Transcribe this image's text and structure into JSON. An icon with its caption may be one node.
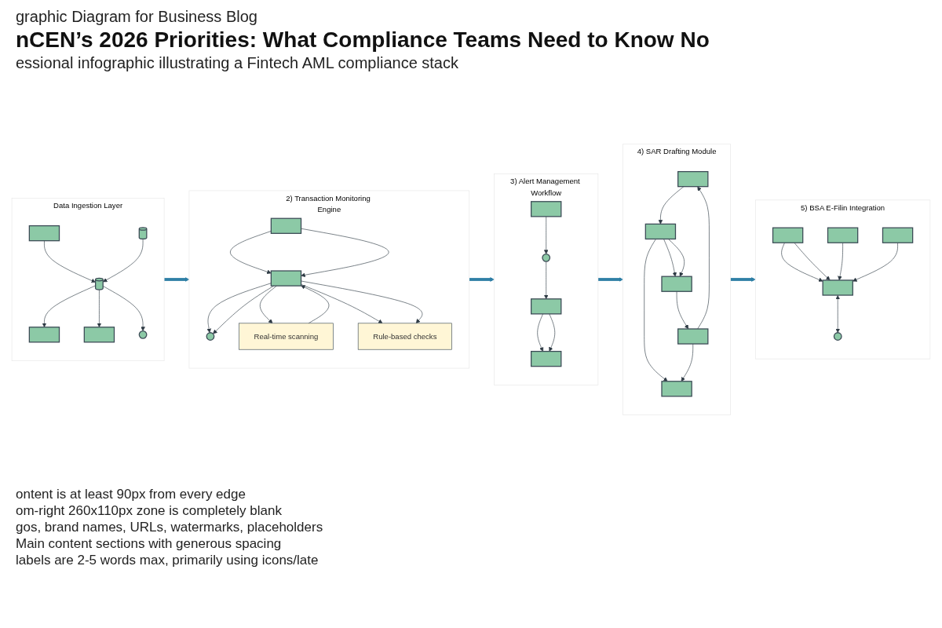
{
  "diagram": {
    "title": "nCEN’s 2026 Priorities: What Compliance Teams Need to Know No",
    "nodes": [
      {
        "text": [
          "Data Ingestion Layer"
        ]
      },
      {
        "text": [],
        "shape": "box",
        "in": 0
      },
      {
        "text": [],
        "shape": "cylinder",
        "in": 0
      },
      {
        "text": [],
        "shape": "cylinder",
        "in": 0
      },
      {
        "text": [],
        "shape": "box",
        "in": 0
      },
      {
        "text": [],
        "shape": "box",
        "in": 0
      },
      {
        "text": [],
        "shape": "circle",
        "in": 0
      },
      {
        "text": [
          "2) Transaction Monitoring Engine"
        ]
      },
      {
        "text": [],
        "shape": "circle",
        "in": 7
      },
      {
        "text": [],
        "shape": "box",
        "in": 7
      },
      {
        "text": [],
        "shape": "box",
        "in": 7
      },
      {
        "text": [
          "Real-time scanning"
        ],
        "in": 7
      },
      {
        "text": [
          "Rule-based checks"
        ],
        "in": 7
      },
      {
        "text": [
          "3) Alert Management Workflow"
        ]
      },
      {
        "text": [],
        "shape": "box",
        "in": 13
      },
      {
        "text": [],
        "shape": "circle",
        "in": 13
      },
      {
        "text": [],
        "shape": "box",
        "in": 13
      },
      {
        "text": [],
        "shape": "box",
        "in": 13
      },
      {
        "text": [
          "4) SAR Drafting Module"
        ]
      },
      {
        "text": [],
        "shape": "box",
        "in": 18
      },
      {
        "text": [],
        "shape": "box",
        "in": 18
      },
      {
        "text": [],
        "shape": "box",
        "in": 18
      },
      {
        "text": [],
        "shape": "box",
        "in": 18
      },
      {
        "text": [],
        "shape": "box",
        "in": 18
      },
      {
        "text": [
          "5) BSA E-Filin Integration"
        ]
      },
      {
        "text": [],
        "shape": "box",
        "in": 24
      },
      {
        "text": [],
        "shape": "box",
        "in": 24
      },
      {
        "text": [],
        "shape": "box",
        "in": 24
      },
      {
        "text": [],
        "shape": "box",
        "in": 24
      },
      {
        "text": [],
        "shape": "circle",
        "in": 24
      }
    ],
    "edges": [
      {
        "from": 1,
        "to": 3,
        "arrow": "to"
      },
      {
        "from": 2,
        "to": 3,
        "arrow": "to"
      },
      {
        "from": 3,
        "to": 4,
        "arrow": "to"
      },
      {
        "from": 3,
        "to": 5,
        "arrow": "to"
      },
      {
        "from": 3,
        "to": 6,
        "arrow": "to"
      },
      {
        "from": 0,
        "to": 7,
        "arrow": "to",
        "style": "thick",
        "color": "#2f7fa6"
      },
      {
        "from": 10,
        "to": 8,
        "arrow": "to"
      },
      {
        "from": 10,
        "to": 8,
        "arrow": "to"
      },
      {
        "from": 9,
        "to": 10,
        "arrow": "to"
      },
      {
        "from": 9,
        "to": 10,
        "arrow": "to"
      },
      {
        "from": 11,
        "to": 10,
        "arrow": "to"
      },
      {
        "from": 10,
        "to": 11,
        "arrow": "to"
      },
      {
        "from": 10,
        "to": 12,
        "arrow": "to"
      },
      {
        "from": 10,
        "to": 12,
        "arrow": "to"
      },
      {
        "from": 7,
        "to": 13,
        "arrow": "to",
        "style": "thick",
        "color": "#2f7fa6"
      },
      {
        "from": 14,
        "to": 15,
        "arrow": "to"
      },
      {
        "from": 15,
        "to": 16,
        "arrow": "to"
      },
      {
        "from": 16,
        "to": 17,
        "arrow": "to"
      },
      {
        "from": 16,
        "to": 17,
        "arrow": "to"
      },
      {
        "from": 13,
        "to": 18,
        "arrow": "to",
        "style": "thick",
        "color": "#2f7fa6"
      },
      {
        "from": 19,
        "to": 20,
        "arrow": "to"
      },
      {
        "from": 20,
        "to": 21,
        "arrow": "to"
      },
      {
        "from": 20,
        "to": 21,
        "arrow": "to"
      },
      {
        "from": 20,
        "to": 23,
        "arrow": "to"
      },
      {
        "from": 21,
        "to": 22,
        "arrow": "to"
      },
      {
        "from": 22,
        "to": 23,
        "arrow": "to"
      },
      {
        "from": 22,
        "to": 19,
        "arrow": "to"
      },
      {
        "from": 18,
        "to": 24,
        "arrow": "to",
        "style": "thick",
        "color": "#2f7fa6"
      },
      {
        "from": 25,
        "to": 27,
        "arrow": "to"
      },
      {
        "from": 25,
        "to": 27,
        "arrow": "to"
      },
      {
        "from": 26,
        "to": 27,
        "arrow": "to"
      },
      {
        "from": 28,
        "to": 27,
        "arrow": "to"
      },
      {
        "from": 27,
        "to": 29,
        "arrow": "both"
      }
    ],
    "labels": [
      "graphic Diagram for Business Blog",
      "essional infographic illustrating a Fintech AML compliance stack",
      "ontent is at least 90px from every edge",
      "om-right 260x110px zone is completely blank",
      "gos, brand names, URLs, watermarks, placeholders",
      "Main content sections with generous spacing",
      "labels are 2-5 words max, primarily using icons/late"
    ]
  }
}
